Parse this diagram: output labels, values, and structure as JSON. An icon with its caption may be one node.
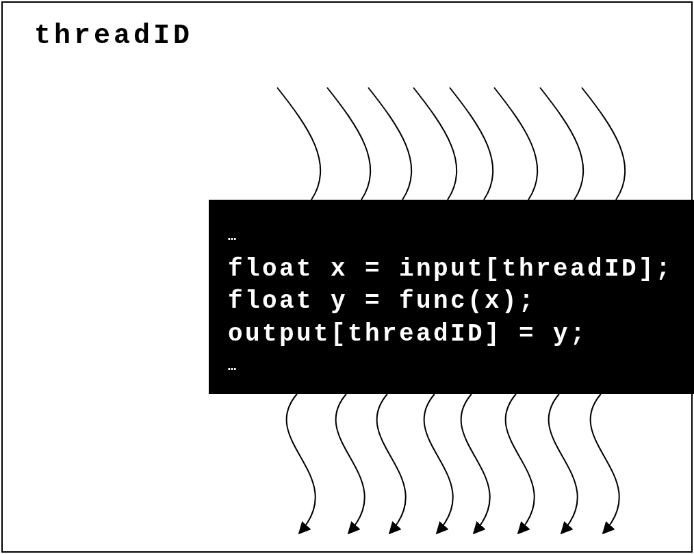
{
  "diagram": {
    "nodes": [
      {
        "text": [
          "threadID"
        ]
      },
      {
        "text": [
          "…",
          "float x = input[threadID];",
          "float y = func(x);",
          "output[threadID] = y;",
          "…"
        ],
        "in": 0
      }
    ],
    "edges": [
      {
        "from": null,
        "to": 1,
        "arrow": "none"
      },
      {
        "from": null,
        "to": 1,
        "arrow": "none"
      },
      {
        "from": null,
        "to": 1,
        "arrow": "none"
      },
      {
        "from": null,
        "to": 1,
        "arrow": "none"
      },
      {
        "from": null,
        "to": 1,
        "arrow": "none"
      },
      {
        "from": null,
        "to": 1,
        "arrow": "none"
      },
      {
        "from": null,
        "to": 1,
        "arrow": "none"
      },
      {
        "from": null,
        "to": 1,
        "arrow": "none"
      },
      {
        "from": 1,
        "to": null,
        "arrow": "to"
      },
      {
        "from": 1,
        "to": null,
        "arrow": "to"
      },
      {
        "from": 1,
        "to": null,
        "arrow": "to"
      },
      {
        "from": 1,
        "to": null,
        "arrow": "to"
      },
      {
        "from": 1,
        "to": null,
        "arrow": "to"
      },
      {
        "from": 1,
        "to": null,
        "arrow": "to"
      },
      {
        "from": 1,
        "to": null,
        "arrow": "to"
      },
      {
        "from": 1,
        "to": null,
        "arrow": "to"
      }
    ]
  }
}
